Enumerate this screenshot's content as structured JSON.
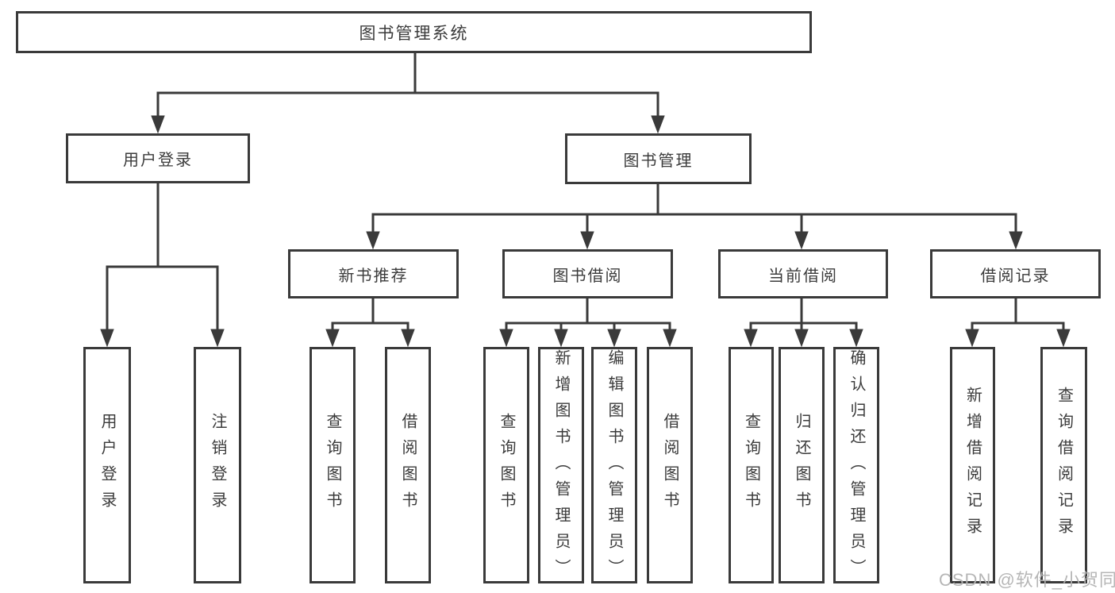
{
  "diagram": {
    "type": "hierarchy",
    "nodes": {
      "root": "图书管理系统",
      "user_login": "用户登录",
      "book_mgmt": "图书管理",
      "new_books": "新书推荐",
      "book_borrow": "图书借阅",
      "current_borrow": "当前借阅",
      "borrow_records": "借阅记录",
      "ul_login": "用户登录",
      "ul_logout": "注销登录",
      "nb_query": "查询图书",
      "nb_borrow": "借阅图书",
      "bb_query": "查询图书",
      "bb_add": "新增图书（管理员）",
      "bb_edit": "编辑图书（管理员）",
      "bb_borrow": "借阅图书",
      "cb_query": "查询图书",
      "cb_return": "归还图书",
      "cb_confirm": "确认归还（管理员）",
      "br_add": "新增借阅记录",
      "br_query": "查询借阅记录"
    },
    "edges": [
      [
        "图书管理系统",
        "用户登录"
      ],
      [
        "图书管理系统",
        "图书管理"
      ],
      [
        "用户登录",
        "用户登录"
      ],
      [
        "用户登录",
        "注销登录"
      ],
      [
        "图书管理",
        "新书推荐"
      ],
      [
        "图书管理",
        "图书借阅"
      ],
      [
        "图书管理",
        "当前借阅"
      ],
      [
        "图书管理",
        "借阅记录"
      ],
      [
        "新书推荐",
        "查询图书"
      ],
      [
        "新书推荐",
        "借阅图书"
      ],
      [
        "图书借阅",
        "查询图书"
      ],
      [
        "图书借阅",
        "新增图书（管理员）"
      ],
      [
        "图书借阅",
        "编辑图书（管理员）"
      ],
      [
        "图书借阅",
        "借阅图书"
      ],
      [
        "当前借阅",
        "查询图书"
      ],
      [
        "当前借阅",
        "归还图书"
      ],
      [
        "当前借阅",
        "确认归还（管理员）"
      ],
      [
        "借阅记录",
        "新增借阅记录"
      ],
      [
        "借阅记录",
        "查询借阅记录"
      ]
    ],
    "colors": {
      "line": "#3a3a3a",
      "text": "#3b3b3b",
      "box_background": "#ffffff",
      "page_background": "#ffffff"
    }
  },
  "watermark": {
    "text": "CSDN @软件_小贺同学",
    "color": "#b2b2b2"
  }
}
